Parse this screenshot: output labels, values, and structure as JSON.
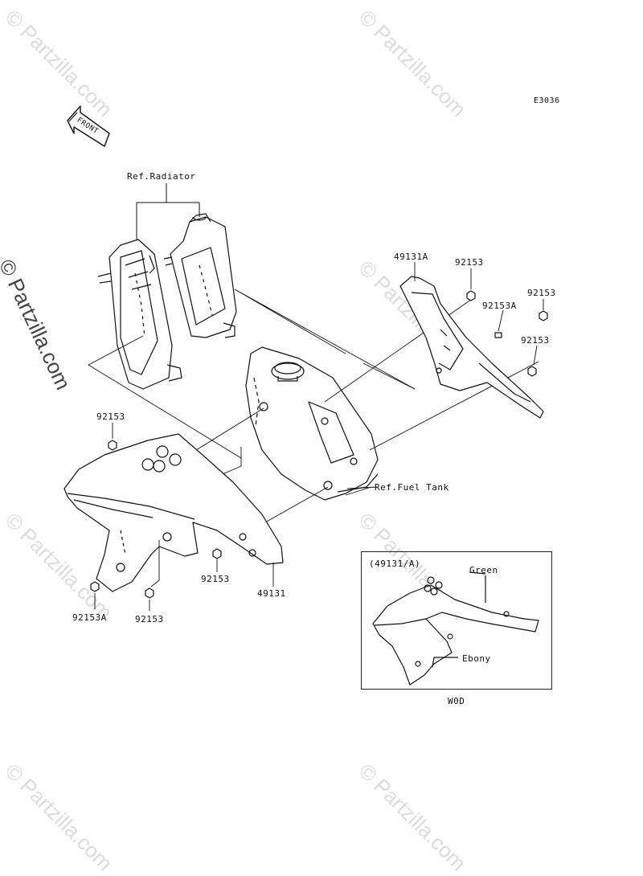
{
  "diagram": {
    "code": "E3036",
    "front_label": "FRONT",
    "watermarks": {
      "tiled": "© Partzilla.com",
      "side": "© Partzilla.com"
    },
    "callouts": {
      "ref_radiator": "Ref.Radiator",
      "ref_fuel_tank": "Ref.Fuel Tank",
      "p49131a": "49131A",
      "p92153_a": "92153",
      "p92153_b": "92153",
      "p92153a_right": "92153A",
      "p92153_c": "92153",
      "p92153_left_top": "92153",
      "p92153_mid": "92153",
      "p49131": "49131",
      "p92153a_left": "92153A",
      "p92153_bottom": "92153"
    },
    "inset": {
      "title": "(49131/A)",
      "green": "Green",
      "ebony": "Ebony",
      "model": "W0D"
    }
  }
}
